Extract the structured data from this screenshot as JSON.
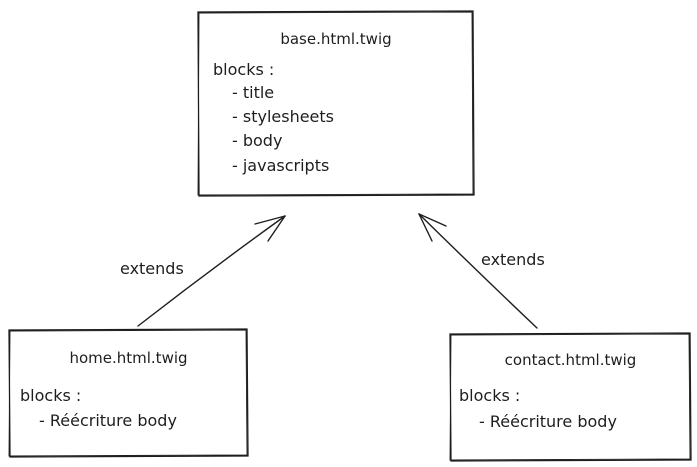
{
  "diagram": {
    "colors": {
      "stroke": "#1e1e1e",
      "background": "#ffffff"
    },
    "base": {
      "title": "base.html.twig",
      "blocks_label": "blocks :",
      "items": [
        "- title",
        "- stylesheets",
        "- body",
        "- javascripts"
      ]
    },
    "home": {
      "title": "home.html.twig",
      "blocks_label": "blocks :",
      "items": [
        "- Réécriture body"
      ]
    },
    "contact": {
      "title": "contact.html.twig",
      "blocks_label": "blocks :",
      "items": [
        "- Réécriture body"
      ]
    },
    "edges": [
      {
        "from": "home",
        "to": "base",
        "label": "extends"
      },
      {
        "from": "contact",
        "to": "base",
        "label": "extends"
      }
    ]
  }
}
